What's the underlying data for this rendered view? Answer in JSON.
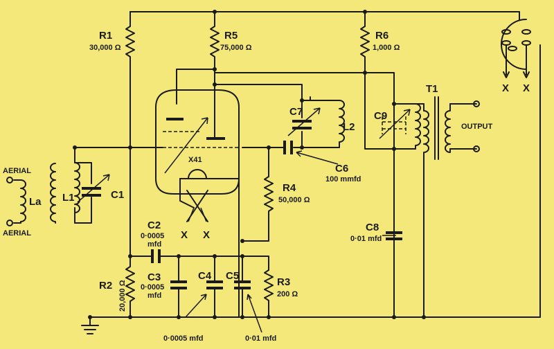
{
  "components": {
    "r1": {
      "name": "R1",
      "value": "30,000 Ω"
    },
    "r2": {
      "name": "R2",
      "value": "20,000 Ω"
    },
    "r3": {
      "name": "R3",
      "value": "200 Ω"
    },
    "r4": {
      "name": "R4",
      "value": "50,000 Ω"
    },
    "r5": {
      "name": "R5",
      "value": "75,000 Ω"
    },
    "r6": {
      "name": "R6",
      "value": "1,000 Ω"
    },
    "c1": {
      "name": "C1"
    },
    "c2": {
      "name": "C2",
      "value_line1": "0·0005",
      "value_line2": "mfd"
    },
    "c3": {
      "name": "C3",
      "value_line1": "0·0005",
      "value_line2": "mfd"
    },
    "c4": {
      "name": "C4",
      "value": "0·0005 mfd"
    },
    "c5": {
      "name": "C5",
      "value": "0·01 mfd"
    },
    "c6": {
      "name": "C6",
      "value": "100 mmfd"
    },
    "c7": {
      "name": "C7"
    },
    "c8": {
      "name": "C8",
      "value": "0·01 mfd"
    },
    "c9": {
      "name": "C9"
    },
    "l1": {
      "name": "L1"
    },
    "l2": {
      "name": "L2"
    },
    "la": {
      "name": "La"
    },
    "t1": {
      "name": "T1"
    },
    "valve": {
      "name": "X41"
    }
  },
  "terminals": {
    "aerial_top": "AERIAL",
    "aerial_bottom": "AERIAL",
    "output": "OUTPUT",
    "x_marks": [
      "X",
      "X",
      "X",
      "X"
    ]
  }
}
